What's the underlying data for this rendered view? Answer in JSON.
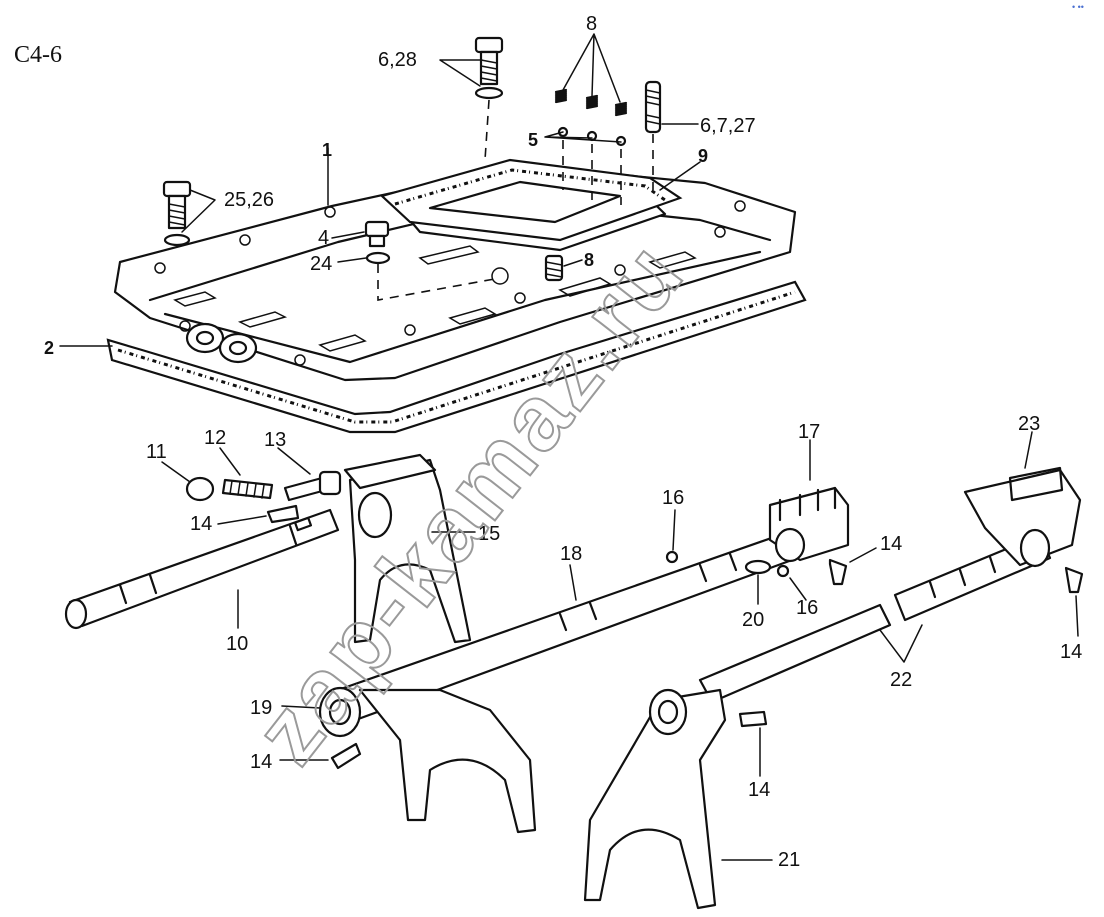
{
  "diagram_code": "C4-6",
  "watermark": "zap-kamaz.ru",
  "labels": {
    "l_6_28": "6,28",
    "l_8_top": "8",
    "l_5": "5",
    "l_6_7_27": "6,7,27",
    "l_1": "1",
    "l_9": "9",
    "l_25_26": "25,26",
    "l_4": "4",
    "l_24": "24",
    "l_8_mid": "8",
    "l_2": "2",
    "l_11": "11",
    "l_12": "12",
    "l_13": "13",
    "l_14_a": "14",
    "l_15": "15",
    "l_10": "10",
    "l_16_top": "16",
    "l_18": "18",
    "l_17": "17",
    "l_20": "20",
    "l_16_bot": "16",
    "l_14_b": "14",
    "l_23": "23",
    "l_14_c": "14",
    "l_22": "22",
    "l_19": "19",
    "l_14_d": "14",
    "l_14_e": "14",
    "l_21": "21"
  }
}
